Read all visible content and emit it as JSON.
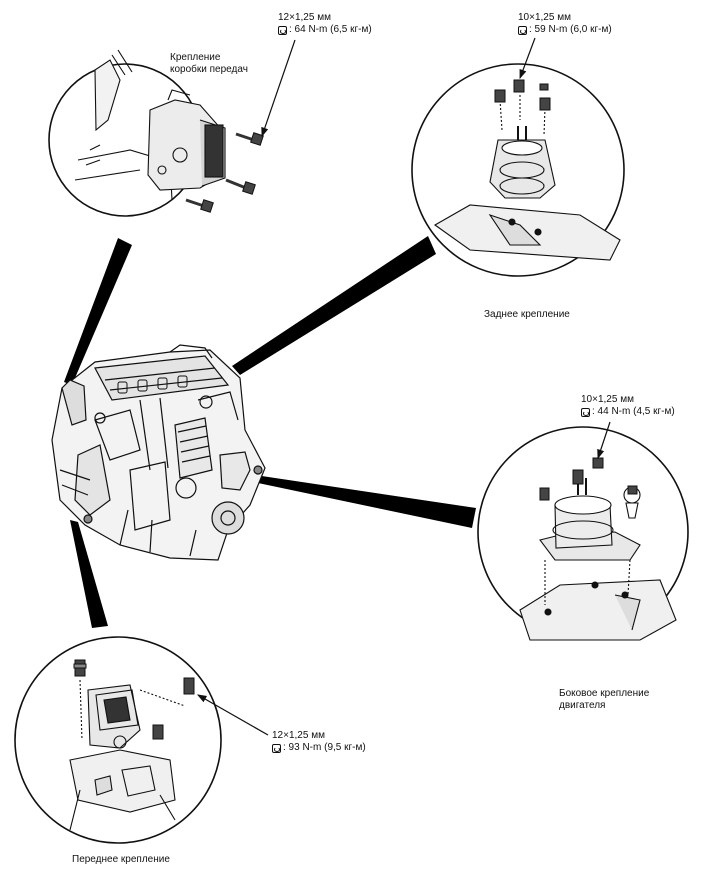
{
  "callouts": {
    "transmission": {
      "label_line1": "Крепление",
      "label_line2": "коробки передач",
      "bolt_size": "12×1,25 мм",
      "torque": ": 64 N-m (6,5 кг-м)"
    },
    "rear": {
      "label": "Заднее крепление",
      "bolt_size": "10×1,25 мм",
      "torque": ": 59 N-m (6,0 кг-м)"
    },
    "side": {
      "label_line1": "Боковое крепление",
      "label_line2": "двигателя",
      "bolt_size": "10×1,25 мм",
      "torque": ": 44 N-m (4,5 кг-м)"
    },
    "front": {
      "label": "Переднее крепление",
      "bolt_size": "12×1,25 мм",
      "torque": ": 93 N-m (9,5 кг-м)"
    }
  },
  "icons": {
    "torque": "torque-wrench-icon"
  },
  "colors": {
    "ink": "#111111",
    "background": "#ffffff"
  }
}
